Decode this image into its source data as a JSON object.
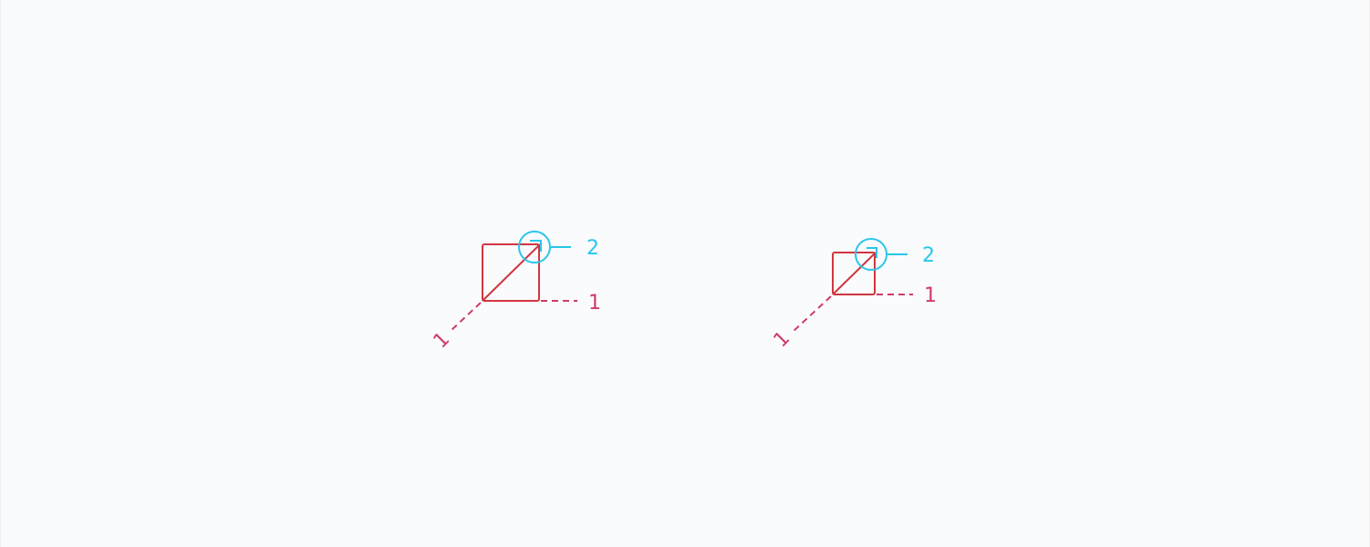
{
  "colors": {
    "background": "#fafbfc",
    "shape": "#d0363f",
    "dimension": "#cd3b68",
    "callout": "#29c6ea"
  },
  "icons": {
    "left": {
      "name": "expand-icon-large",
      "dimension_label": "1",
      "diagonal_dimension_label": "1",
      "corner_callout_label": "2"
    },
    "right": {
      "name": "expand-icon-small",
      "dimension_label": "1",
      "diagonal_dimension_label": "1",
      "corner_callout_label": "2"
    }
  }
}
